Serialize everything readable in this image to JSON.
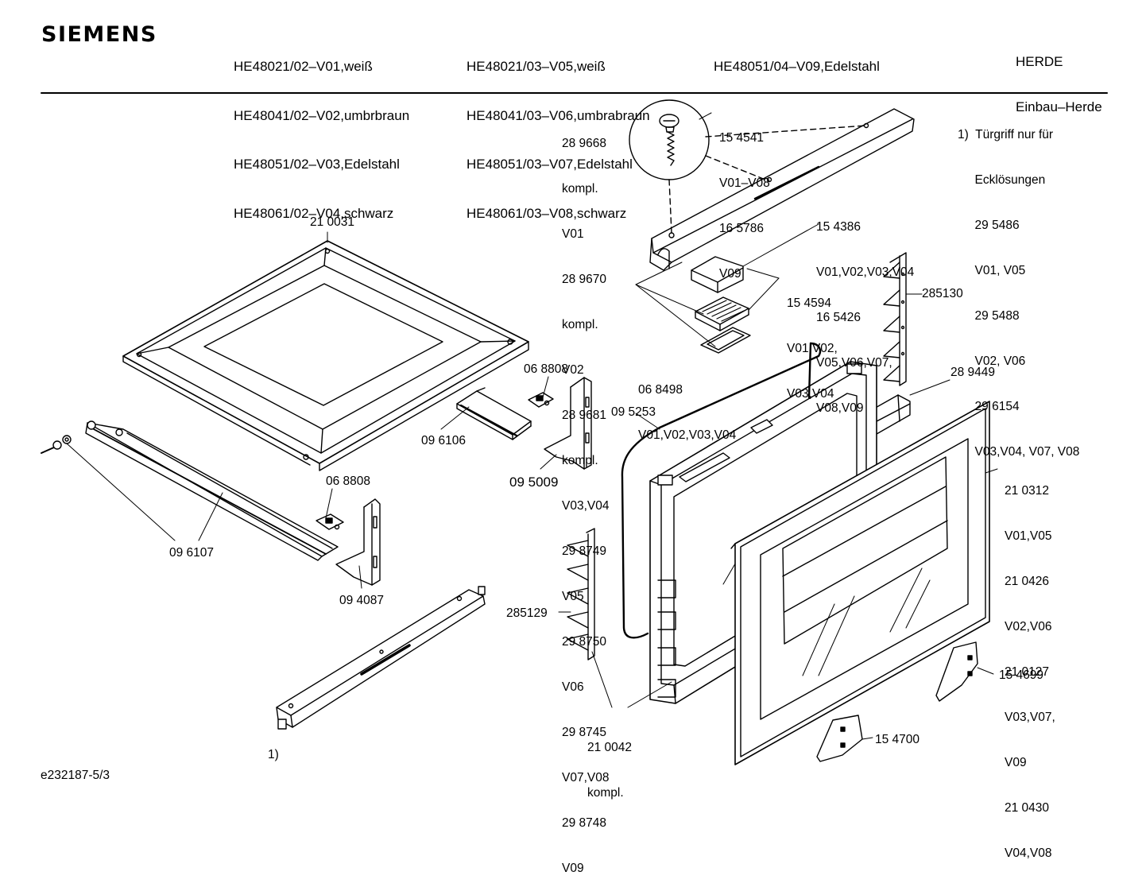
{
  "header": {
    "brand": "SIEMENS",
    "models_col1": [
      "HE48021/02–V01,weiß",
      "HE48041/02–V02,umbrbraun",
      "HE48051/02–V03,Edelstahl",
      "HE48061/02–V04,schwarz"
    ],
    "models_col2": [
      "HE48021/03–V05,weiß",
      "HE48041/03–V06,umbrabraun",
      "HE48051/03–V07,Edelstahl",
      "HE48061/03–V08,schwarz"
    ],
    "models_col3": [
      "HE48051/04–V09,Edelstahl"
    ],
    "category": [
      "HERDE",
      "Einbau–Herde"
    ]
  },
  "footnote": {
    "lines": [
      "1)  Türgriff nur für",
      "     Ecklösungen",
      "     29 5486",
      "     V01, V05",
      "     29 5488",
      "     V02, V06",
      "     29 6154",
      "     V03,V04, V07, V08"
    ]
  },
  "labels": {
    "handle_set": [
      "28 9668",
      "kompl.",
      "V01",
      "28 9670",
      "kompl.",
      "V02",
      "28 9681",
      "kompl.",
      "V03,V04",
      "29 8749",
      "V05",
      "29 8750",
      "V06",
      "29 8745",
      "V07,V08",
      "29 8748",
      "V09"
    ],
    "screw": [
      "15 4541",
      "V01–V08",
      "16 5786",
      "V09"
    ],
    "end_cap": [
      "15 4386",
      "V01,V02,V03,V04",
      "16 5426",
      "V05,V06,V07,",
      "V08,V09"
    ],
    "insert": [
      "15 4594",
      "V01,V02,",
      "V03,V04"
    ],
    "gasket_small": [
      "06 8498",
      "V01,V02,V03,V04"
    ],
    "hinge_right": "285130",
    "glass_retainer": "28 9449",
    "inner_panel": "21 0031",
    "clip_upper": "06 8808",
    "rail_upper": "09 6106",
    "bracket_upper": "09 5009",
    "door_gasket": "09 5253",
    "clip_lower": "06 8808",
    "rail_lower": "09 6107",
    "bracket_lower": "09 4087",
    "hinge_left": "285129",
    "inner_glass": [
      "21 0042",
      "kompl."
    ],
    "outer_glass": [
      "21 0312",
      "V01,V05",
      "21 0426",
      "V02,V06",
      "21 0127",
      "V03,V07,",
      "V09",
      "21 0430",
      "V04,V08"
    ],
    "hinge_plate_upper": "15 4699",
    "hinge_plate_lower": "15 4700",
    "handle_note": "1)"
  },
  "drawing_id": "e232187-5/3"
}
